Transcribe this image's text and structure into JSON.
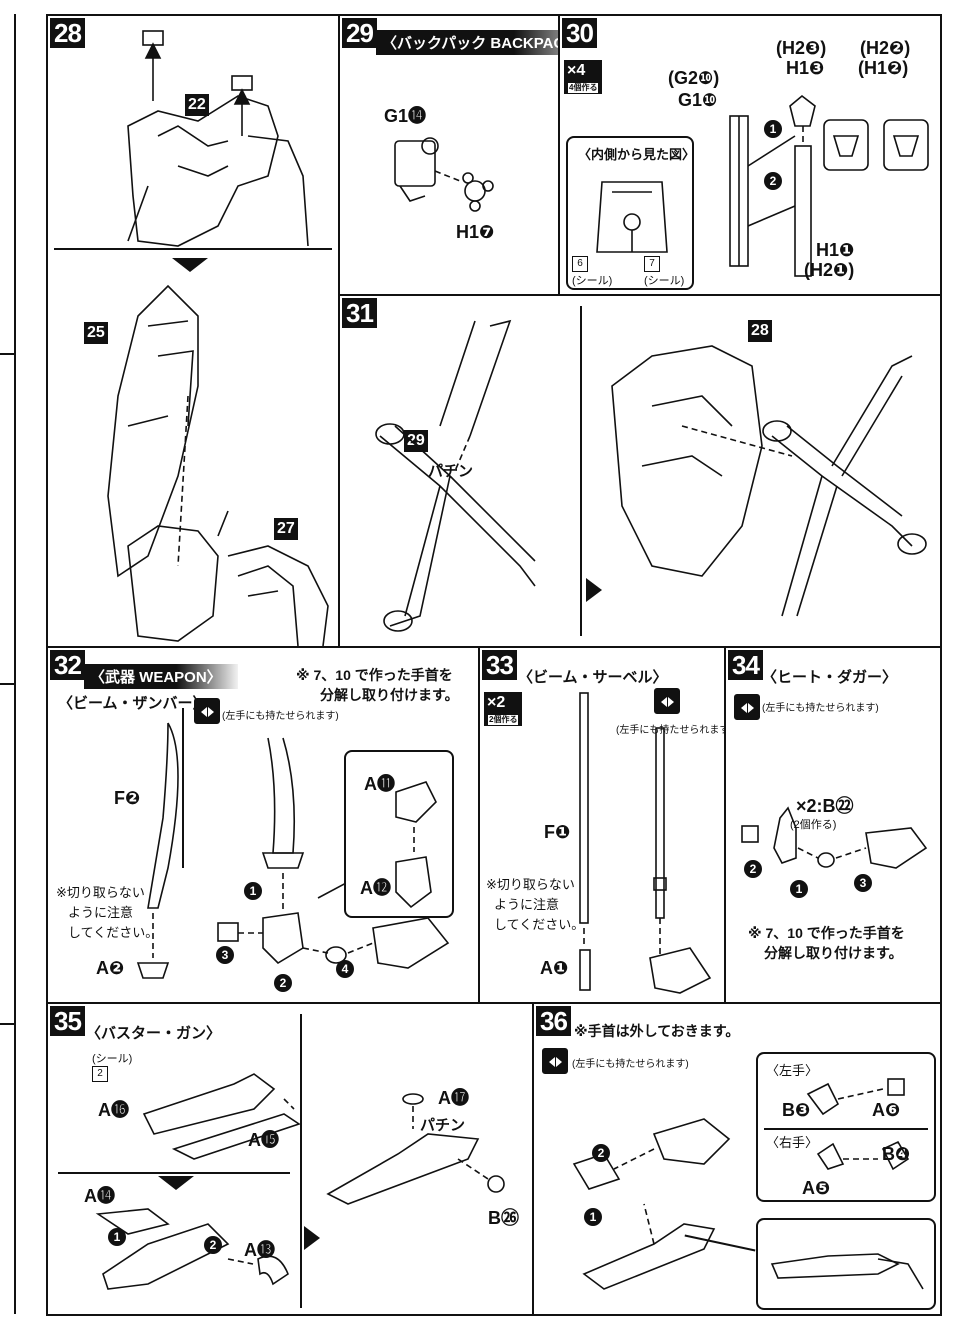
{
  "steps": {
    "s28": {
      "num": "28",
      "labels": [
        "22",
        "25",
        "27"
      ]
    },
    "s29": {
      "num": "29",
      "title": "〈バックパック BACKPACK〉",
      "parts": [
        "G1⓮",
        "H1❼"
      ]
    },
    "s30": {
      "num": "30",
      "count": "×4",
      "count_note": "4個作る",
      "inset_title": "〈内側から見た図〉",
      "parts": [
        "(G2❿)",
        "G1❿",
        "(H2❸)",
        "H1❸",
        "(H2❷)",
        "(H1❷)",
        "H1❶",
        "(H2❶)"
      ],
      "stickers": [
        {
          "tag": "(シール)",
          "num": "6"
        },
        {
          "tag": "(シール)",
          "num": "7"
        }
      ]
    },
    "s31": {
      "num": "31",
      "labels": [
        "29",
        "28"
      ],
      "sound": "パチン"
    },
    "s32": {
      "num": "32",
      "title": "〈武器 WEAPON〉",
      "subtitle": "〈ビーム・ザンバー〉",
      "hand_note": "(左手にも持たせられます)",
      "note_line1": "※ 7、10 で作った手首を",
      "note_line2": "分解し取り付けます。",
      "cut_note": [
        "※切り取らない",
        "ように注意",
        "してください。"
      ],
      "parts": [
        "F❷",
        "A❷",
        "A⓫",
        "A⓬"
      ]
    },
    "s33": {
      "num": "33",
      "title": "〈ビーム・サーベル〉",
      "count": "×2",
      "count_note": "2個作る",
      "hand_note": "(左手にも持たせられます)",
      "cut_note": [
        "※切り取らない",
        "ように注意",
        "してください。"
      ],
      "parts": [
        "F❶",
        "A❶"
      ]
    },
    "s34": {
      "num": "34",
      "title": "〈ヒート・ダガー〉",
      "hand_note": "(左手にも持たせられます)",
      "count_line": "×2:B㉒",
      "count_note": "(2個作る)",
      "note_line1": "※ 7、10 で作った手首を",
      "note_line2": "分解し取り付けます。"
    },
    "s35": {
      "num": "35",
      "title": "〈バスター・ガン〉",
      "sticker": {
        "tag": "(シール)",
        "num": "2"
      },
      "parts": [
        "A⓰",
        "A⓯",
        "A⓮",
        "A⓭",
        "A⓱",
        "B㉖"
      ],
      "sound": "パチン"
    },
    "s36": {
      "num": "36",
      "note": "※手首は外しておきます。",
      "hand_note": "(左手にも持たせられます)",
      "left_hand": "〈左手〉",
      "right_hand": "〈右手〉",
      "parts": [
        "B❸",
        "A❻",
        "B❹",
        "A❺"
      ]
    }
  },
  "step_marks": [
    "1",
    "2",
    "3",
    "4"
  ]
}
